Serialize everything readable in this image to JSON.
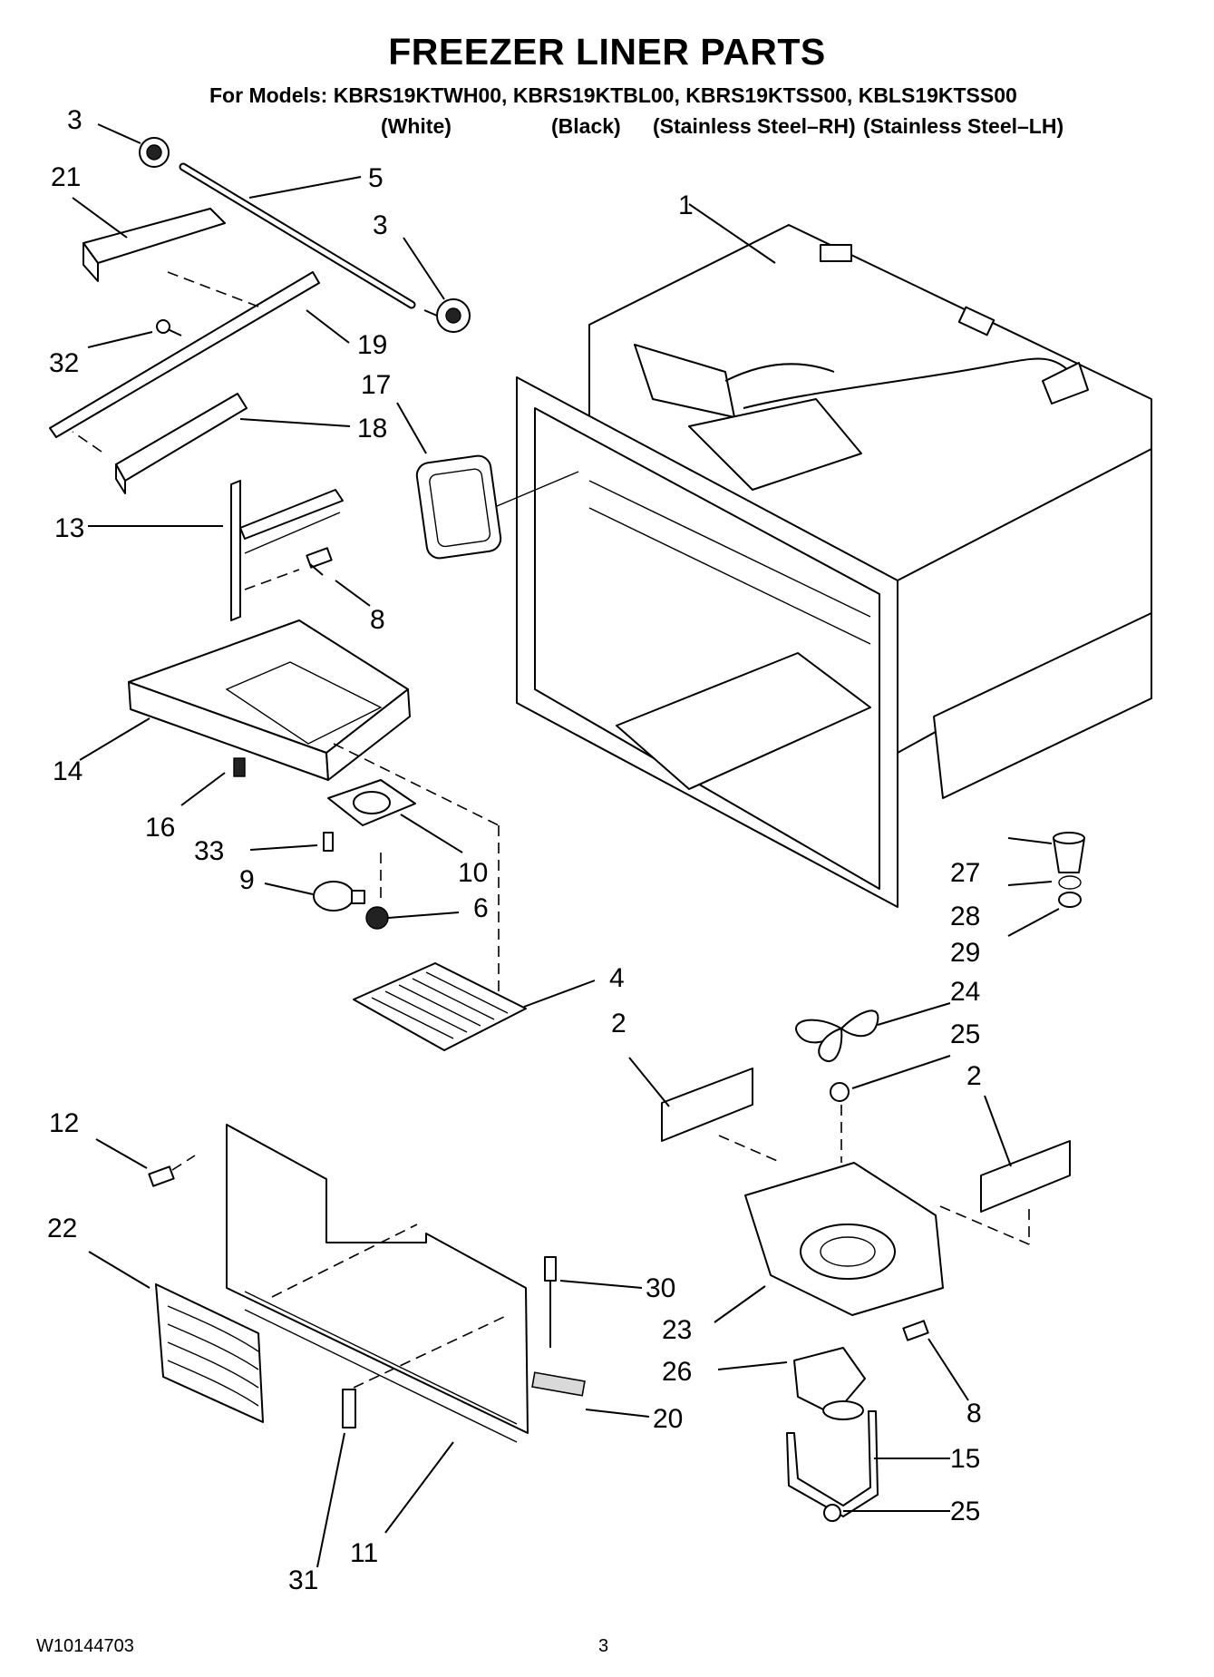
{
  "header": {
    "title": "FREEZER LINER PARTS",
    "models_line": "For Models: KBRS19KTWH00, KBRS19KTBL00, KBRS19KTSS00, KBLS19KTSS00",
    "variants": [
      "(White)",
      "(Black)",
      "(Stainless Steel–RH)",
      "(Stainless Steel–LH)"
    ]
  },
  "callouts": {
    "c1": "1",
    "c2a": "2",
    "c2b": "2",
    "c3a": "3",
    "c3b": "3",
    "c4": "4",
    "c5": "5",
    "c6": "6",
    "c8a": "8",
    "c8b": "8",
    "c9": "9",
    "c10": "10",
    "c11": "11",
    "c12": "12",
    "c13": "13",
    "c14": "14",
    "c15": "15",
    "c16": "16",
    "c17": "17",
    "c18": "18",
    "c19": "19",
    "c20": "20",
    "c21": "21",
    "c22": "22",
    "c23": "23",
    "c24": "24",
    "c25a": "25",
    "c25b": "25",
    "c26": "26",
    "c27": "27",
    "c28": "28",
    "c29": "29",
    "c30": "30",
    "c31": "31",
    "c32": "32",
    "c33": "33"
  },
  "footer": {
    "doc_number": "W10144703",
    "page": "3"
  }
}
